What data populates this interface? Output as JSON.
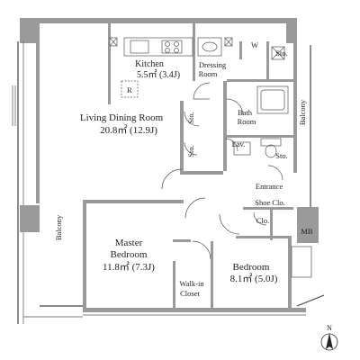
{
  "rooms": {
    "kitchen": {
      "name": "Kitchen",
      "area": "5.5㎡ (3.4J)"
    },
    "dressing": {
      "line1": "Dressing",
      "line2": "Room"
    },
    "w": "W",
    "sto_top": "Sto.",
    "balcony_right": "Balcony",
    "bath": {
      "line1": "Bath",
      "line2": "Room"
    },
    "sto_mid_left": "Sto.",
    "sto_low_left": "Sto.",
    "lav": "Lav.",
    "sto_right": "Sto.",
    "living": {
      "name": "Living Dining Room",
      "area": "20.8㎡ (12.9J)"
    },
    "fridge": "R",
    "entrance": "Entrance",
    "shoe": "Shoe Clo.",
    "clo": "Clo.",
    "mb": "MB",
    "balcony_left": "Balcony",
    "master": {
      "line1": "Master",
      "line2": "Bedroom",
      "area": "11.8㎡ (7.3J)"
    },
    "walkin": {
      "line1": "Walk-in",
      "line2": "Closet"
    },
    "bedroom": {
      "name": "Bedroom",
      "area": "8.1㎡ (5.0J)"
    }
  },
  "compass": {
    "label": "N"
  }
}
